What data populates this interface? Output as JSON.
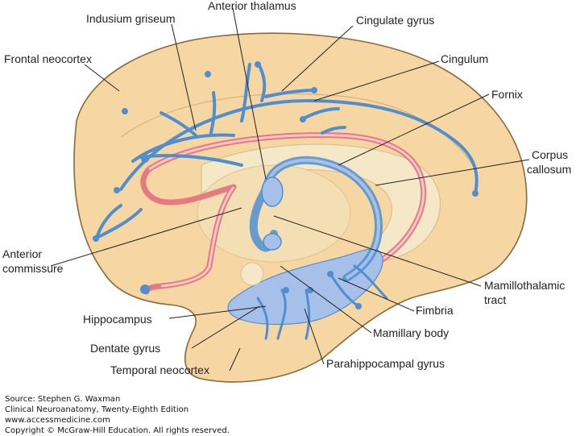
{
  "labels": {
    "indusium_griseum": "Indusium griseum",
    "anterior_thalamus": "Anterior thalamus",
    "cingulate_gyrus": "Cingulate gyrus",
    "cingulum": "Cingulum",
    "frontal_neocortex": "Frontal neocortex",
    "fornix": "Fornix",
    "corpus_callosum_1": "Corpus",
    "corpus_callosum_2": "callosum",
    "anterior_commissure_1": "Anterior",
    "anterior_commissure_2": "commissure",
    "mamillothalamic_1": "Mamillothalamic",
    "mamillothalamic_2": "tract",
    "hippocampus": "Hippocampus",
    "fimbria": "Fimbria",
    "mamillary_body": "Mamillary body",
    "dentate_gyrus": "Dentate gyrus",
    "parahippocampal_gyrus": "Parahippocampal gyrus",
    "temporal_neocortex": "Temporal neocortex"
  },
  "credit": {
    "source": "Source: Stephen G. Waxman",
    "book": "Clinical Neuroanatomy, Twenty-Eighth Edition",
    "url": "www.accessmedicine.com",
    "copyright": "Copyright © McGraw-Hill Education. All rights reserved."
  },
  "colors": {
    "cortex": "#f6d7a3",
    "cortex_outline": "#8a6a3a",
    "callosum": "#f4e8c8",
    "fornix_blue": "#4f8fd0",
    "hippocampus_fill": "#a7c0ea",
    "commissure_red": "#e57a83",
    "commissure_fill": "#f6c7c7"
  }
}
